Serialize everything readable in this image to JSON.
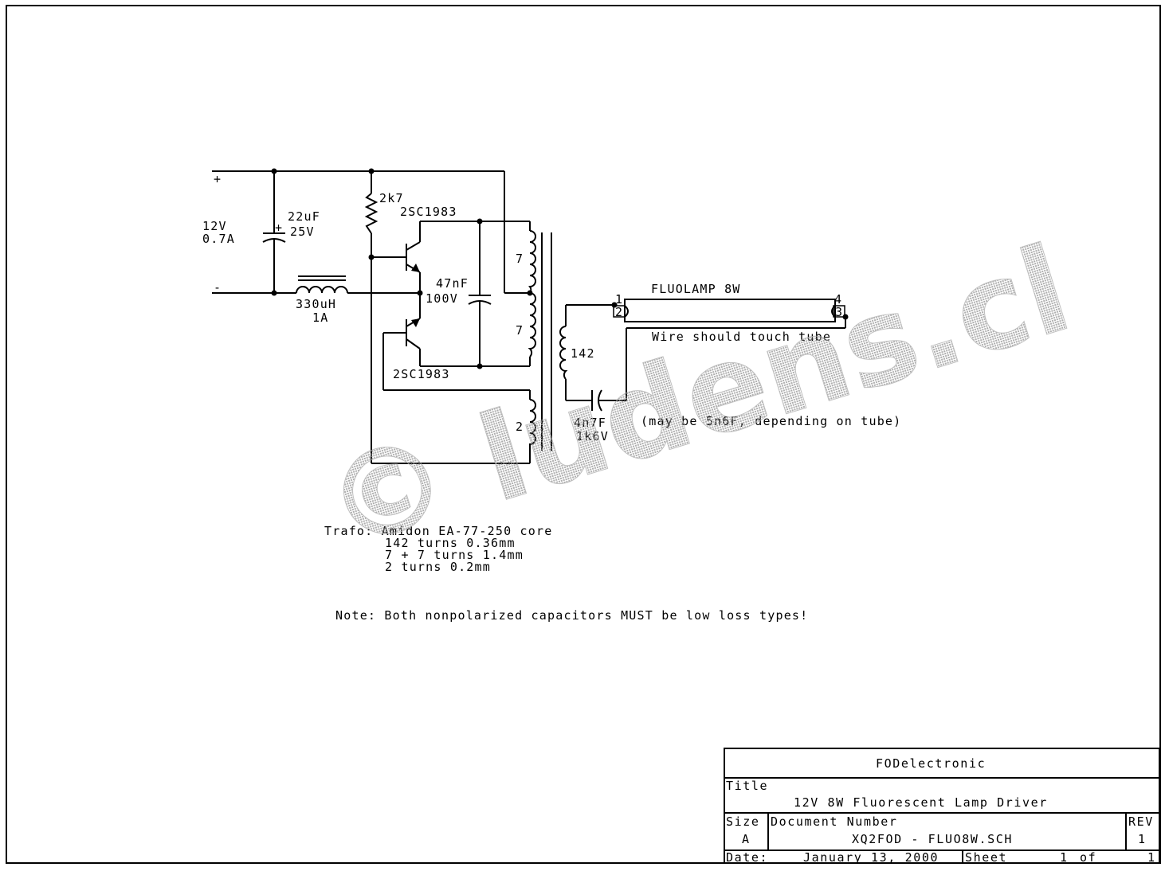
{
  "supply": {
    "plus": "+",
    "minus": "-",
    "voltage": "12V",
    "current": "0.7A"
  },
  "components": {
    "c_elec_value": "22uF",
    "c_elec_voltage": "25V",
    "c_elec_polarity": "+",
    "inductor_value": "330uH",
    "inductor_current": "1A",
    "resistor": "2k7",
    "transistor_top": "2SC1983",
    "transistor_bottom": "2SC1983",
    "c_tank_value": "47nF",
    "c_tank_voltage": "100V",
    "winding_primary_top": "7",
    "winding_primary_bottom": "7",
    "winding_feedback": "2",
    "winding_secondary": "142",
    "c_ballast_value": "4n7F",
    "c_ballast_voltage": "1k6V",
    "c_ballast_note": "(may be 5n6F, depending on tube)"
  },
  "lamp": {
    "name": "FLUOLAMP 8W",
    "pin1": "1",
    "pin2": "2",
    "pin3": "3",
    "pin4": "4",
    "note": "Wire should touch tube"
  },
  "trafo_notes": {
    "line1": "Trafo: Amidon EA-77-250 core",
    "line2": "142 turns 0.36mm",
    "line3": "7 + 7 turns 1.4mm",
    "line4": "2 turns 0.2mm"
  },
  "note": "Note: Both nonpolarized capacitors MUST be low loss types!",
  "watermark": "© ludens.cl",
  "title_block": {
    "company": "FODelectronic",
    "title_label": "Title",
    "title": "12V 8W Fluorescent Lamp Driver",
    "size_label": "Size",
    "size": "A",
    "docnum_label": "Document Number",
    "docnum": "XQ2FOD - FLUO8W.SCH",
    "rev_label": "REV",
    "rev": "1",
    "date_label": "Date:",
    "date": "January 13, 2000",
    "sheet_label": "Sheet",
    "sheet_num": "1",
    "sheet_of": "of",
    "sheet_total": "1"
  }
}
